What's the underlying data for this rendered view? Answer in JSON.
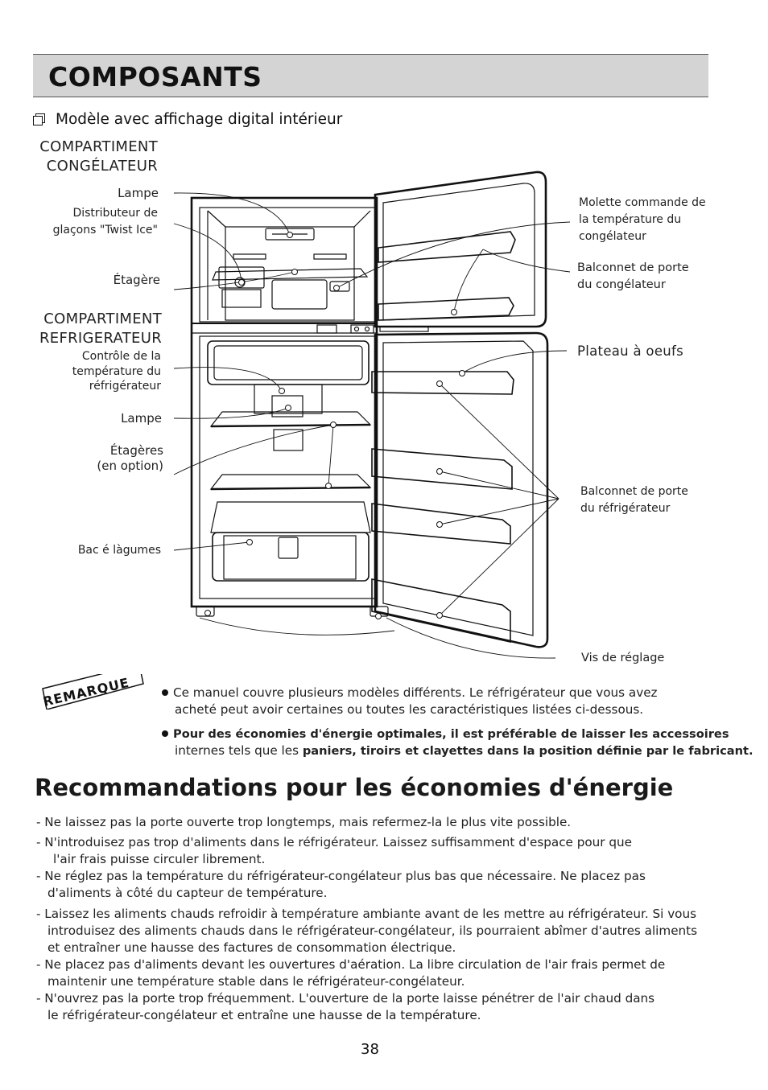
{
  "banner_title": "COMPOSANTS",
  "model_title": "Modèle avec affichage digital intérieur",
  "sections": {
    "freezer_1": "COMPARTIMENT",
    "freezer_2": "CONGÉLATEUR",
    "fridge_1": "COMPARTIMENT",
    "fridge_2": "REFRIGERATEUR"
  },
  "labels_left": {
    "lamp_top": "Lampe",
    "dispenser_1": "Distributeur de",
    "dispenser_2": "glaçons \"Twist Ice\"",
    "shelf": "Étagère",
    "temp_control_1": "Contrôle de la",
    "temp_control_2": "température du",
    "temp_control_3": "réfrigérateur",
    "lamp_bottom": "Lampe",
    "shelves_1": "Étagères",
    "shelves_2": "(en option)",
    "crisper": "Bac é làgumes"
  },
  "labels_right": {
    "freezer_dial_1": "Molette commande de",
    "freezer_dial_2": "la température du",
    "freezer_dial_3": "congélateur",
    "freezer_door_1": "Balconnet de porte",
    "freezer_door_2": "du congélateur",
    "egg_tray": "Plateau à oeufs",
    "fridge_door_1": "Balconnet de porte",
    "fridge_door_2": "du réfrigérateur",
    "leveling_screw": "Vis de réglage"
  },
  "remarque_label": "REMARQUE",
  "notes": {
    "note1_line1": "Ce manuel couvre plusieurs modèles différents. Le réfrigérateur que vous avez",
    "note1_line2": "acheté peut avoir certaines ou toutes les caractéristiques listées ci-dessous.",
    "note2_line1": "Pour des économies d'énergie optimales, il est préférable de laisser les accessoires",
    "note2_line2_a": "internes tels que les ",
    "note2_line2_b": "paniers, tiroirs et clayettes dans la position définie par le fabricant."
  },
  "energy_title": "Recommandations pour les économies d'énergie",
  "recommendations": [
    {
      "l1": "-   Ne laissez pas la porte ouverte trop longtemps, mais refermez-la le plus vite possible.",
      "l2": "",
      "l3": ""
    },
    {
      "l1": "-   N'introduisez pas trop d'aliments dans le réfrigérateur. Laissez suffisamment d'espace pour que",
      "l2": "l'air frais puisse circuler librement.",
      "l3": ""
    },
    {
      "l1": "-   Ne réglez pas la température du réfrigérateur-congélateur plus bas que nécessaire. Ne placez pas",
      "l2": "d'aliments à côté du capteur de température.",
      "l3": ""
    },
    {
      "l1": "-   Laissez les aliments chauds refroidir à température ambiante avant de les mettre au réfrigérateur. Si vous",
      "l2": "introduisez des aliments chauds dans le réfrigérateur-congélateur, ils pourraient abîmer d'autres aliments",
      "l3": "et entraîner une hausse des factures de consommation électrique."
    },
    {
      "l1": "-   Ne placez pas d'aliments devant les ouvertures d'aération. La libre circulation de l'air frais permet de",
      "l2": "maintenir une température stable dans le réfrigérateur-congélateur.",
      "l3": ""
    },
    {
      "l1": "-   N'ouvrez pas la porte trop fréquemment. L'ouverture de la porte laisse pénétrer de l'air chaud dans",
      "l2": "le réfrigérateur-congélateur et entraîne une hausse de la température.",
      "l3": ""
    }
  ],
  "page_number": "38"
}
